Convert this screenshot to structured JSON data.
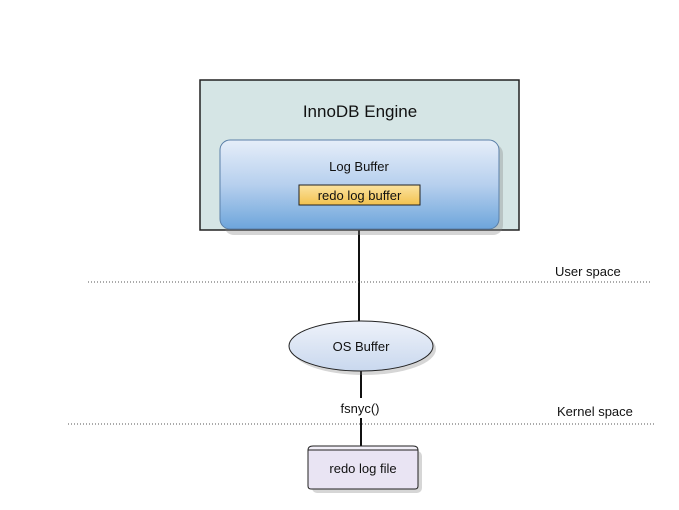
{
  "engine": {
    "title": "InnoDB Engine"
  },
  "log_buffer": {
    "title": "Log Buffer",
    "inner_label": "redo log buffer"
  },
  "os_buffer": {
    "label": "OS Buffer"
  },
  "sync_call": {
    "label": "fsnyc()"
  },
  "redo_file": {
    "label": "redo log file"
  },
  "boundaries": {
    "user_space": "User space",
    "kernel_space": "Kernel space"
  },
  "colors": {
    "engine_fill": "#d5e5e5",
    "log_buffer_top": "#e6eef9",
    "log_buffer_bottom": "#6da5db",
    "redo_buffer_fill": "#f6cd61",
    "os_buffer_fill": "#dae4f3",
    "redo_file_fill": "#e9e4f3"
  }
}
